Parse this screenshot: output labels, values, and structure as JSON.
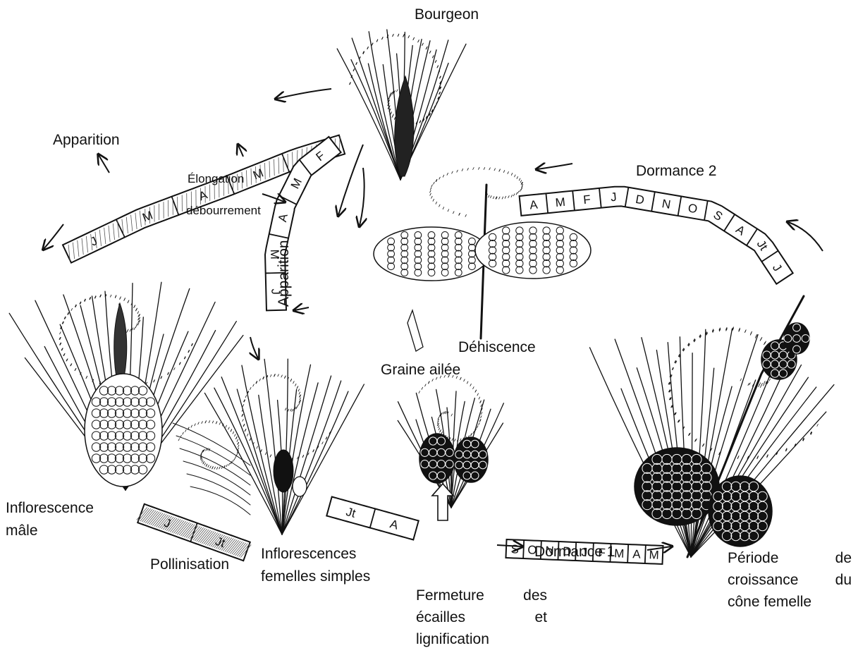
{
  "labels": {
    "bourgeon": "Bourgeon",
    "apparition_left": "Apparition",
    "elongation": "Élongation",
    "debourrement": "débourrement",
    "apparition_vertical": "Apparition",
    "dormance2": "Dormance 2",
    "dehiscence": "Déhiscence",
    "graine_ailee": "Graine ailée",
    "inflorescence_male_1": "Inflorescence",
    "inflorescence_male_2": "mâle",
    "pollinisation": "Pollinisation",
    "inflorescences_femelles_1": "Inflorescences",
    "inflorescences_femelles_2": "femelles simples",
    "dormance1": "Dormance 1",
    "fermeture": [
      "Fermeture",
      "des"
    ],
    "ecailles": [
      "écailles",
      "et"
    ],
    "lignification": "lignification",
    "periode": [
      "Période",
      "de"
    ],
    "croissance": [
      "croissance",
      "du"
    ],
    "cone_femelle": "cône femelle"
  },
  "strips": {
    "top_left": [
      "J",
      "M",
      "A",
      "M",
      "F"
    ],
    "vertical": [
      "J",
      "M",
      "A",
      "M",
      "F"
    ],
    "pollination": [
      "J",
      "Jt"
    ],
    "closure": [
      "Jt",
      "A"
    ],
    "dormancy1": [
      "S",
      "O",
      "N",
      "D",
      "J",
      "F",
      "M",
      "A",
      "M"
    ],
    "dormancy2": [
      "A",
      "M",
      "F",
      "J",
      "D",
      "N",
      "O",
      "S",
      "A",
      "Jt",
      "J"
    ]
  },
  "colors": {
    "ink": "#111111",
    "paper": "#ffffff"
  }
}
